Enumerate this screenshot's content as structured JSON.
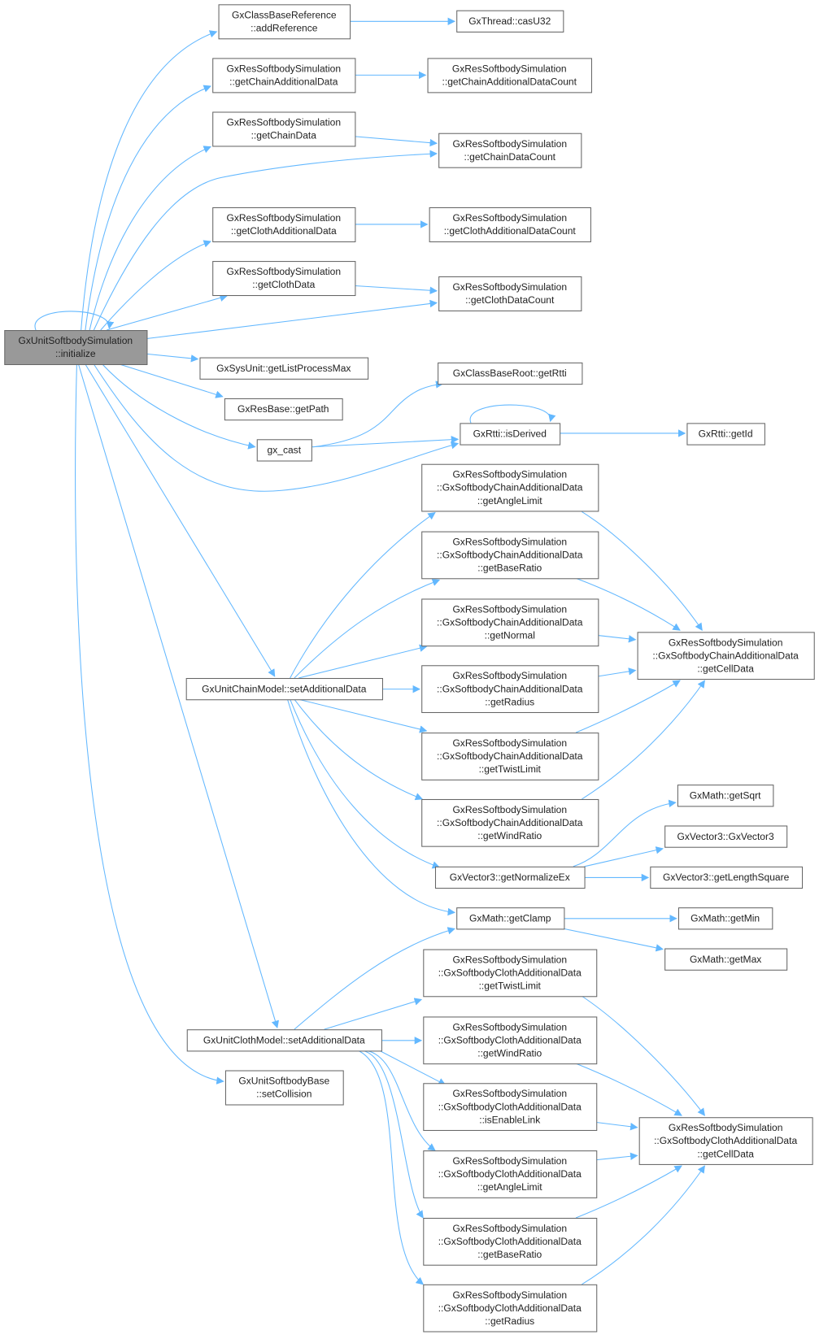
{
  "title": "GxUnitSoftbodySimulation::initialize call graph",
  "colors": {
    "edge": "#63b8ff",
    "root_fill": "#999999",
    "node_fill": "#ffffff",
    "node_border": "#666666"
  },
  "nodes": [
    {
      "id": "root",
      "lines": [
        "GxUnitSoftbodySimulation",
        "::initialize"
      ]
    },
    {
      "id": "addRef",
      "lines": [
        "GxClassBaseReference",
        "::addReference"
      ]
    },
    {
      "id": "casU32",
      "lines": [
        "GxThread::casU32"
      ]
    },
    {
      "id": "getChainAdd",
      "lines": [
        "GxResSoftbodySimulation",
        "::getChainAdditionalData"
      ]
    },
    {
      "id": "getChainAddCount",
      "lines": [
        "GxResSoftbodySimulation",
        "::getChainAdditionalDataCount"
      ]
    },
    {
      "id": "getChainData",
      "lines": [
        "GxResSoftbodySimulation",
        "::getChainData"
      ]
    },
    {
      "id": "getChainDataCount",
      "lines": [
        "GxResSoftbodySimulation",
        "::getChainDataCount"
      ]
    },
    {
      "id": "getClothAdd",
      "lines": [
        "GxResSoftbodySimulation",
        "::getClothAdditionalData"
      ]
    },
    {
      "id": "getClothAddCount",
      "lines": [
        "GxResSoftbodySimulation",
        "::getClothAdditionalDataCount"
      ]
    },
    {
      "id": "getClothData",
      "lines": [
        "GxResSoftbodySimulation",
        "::getClothData"
      ]
    },
    {
      "id": "getClothDataCount",
      "lines": [
        "GxResSoftbodySimulation",
        "::getClothDataCount"
      ]
    },
    {
      "id": "listProc",
      "lines": [
        "GxSysUnit::getListProcessMax"
      ]
    },
    {
      "id": "getPath",
      "lines": [
        "GxResBase::getPath"
      ]
    },
    {
      "id": "gxcast",
      "lines": [
        "gx_cast"
      ]
    },
    {
      "id": "getRtti",
      "lines": [
        "GxClassBaseRoot::getRtti"
      ]
    },
    {
      "id": "isDerived",
      "lines": [
        "GxRtti::isDerived"
      ]
    },
    {
      "id": "getId",
      "lines": [
        "GxRtti::getId"
      ]
    },
    {
      "id": "chainSet",
      "lines": [
        "GxUnitChainModel::setAdditionalData"
      ]
    },
    {
      "id": "cAngle",
      "lines": [
        "GxResSoftbodySimulation",
        "::GxSoftbodyChainAdditionalData",
        "::getAngleLimit"
      ]
    },
    {
      "id": "cBase",
      "lines": [
        "GxResSoftbodySimulation",
        "::GxSoftbodyChainAdditionalData",
        "::getBaseRatio"
      ]
    },
    {
      "id": "cNormal",
      "lines": [
        "GxResSoftbodySimulation",
        "::GxSoftbodyChainAdditionalData",
        "::getNormal"
      ]
    },
    {
      "id": "cRadius",
      "lines": [
        "GxResSoftbodySimulation",
        "::GxSoftbodyChainAdditionalData",
        "::getRadius"
      ]
    },
    {
      "id": "cTwist",
      "lines": [
        "GxResSoftbodySimulation",
        "::GxSoftbodyChainAdditionalData",
        "::getTwistLimit"
      ]
    },
    {
      "id": "cWind",
      "lines": [
        "GxResSoftbodySimulation",
        "::GxSoftbodyChainAdditionalData",
        "::getWindRatio"
      ]
    },
    {
      "id": "cCell",
      "lines": [
        "GxResSoftbodySimulation",
        "::GxSoftbodyChainAdditionalData",
        "::getCellData"
      ]
    },
    {
      "id": "sqrt",
      "lines": [
        "GxMath::getSqrt"
      ]
    },
    {
      "id": "vec3",
      "lines": [
        "GxVector3::GxVector3"
      ]
    },
    {
      "id": "normEx",
      "lines": [
        "GxVector3::getNormalizeEx"
      ]
    },
    {
      "id": "lenSq",
      "lines": [
        "GxVector3::getLengthSquare"
      ]
    },
    {
      "id": "clamp",
      "lines": [
        "GxMath::getClamp"
      ]
    },
    {
      "id": "min",
      "lines": [
        "GxMath::getMin"
      ]
    },
    {
      "id": "max",
      "lines": [
        "GxMath::getMax"
      ]
    },
    {
      "id": "clothSet",
      "lines": [
        "GxUnitClothModel::setAdditionalData"
      ]
    },
    {
      "id": "setColl",
      "lines": [
        "GxUnitSoftbodyBase",
        "::setCollision"
      ]
    },
    {
      "id": "kTwist",
      "lines": [
        "GxResSoftbodySimulation",
        "::GxSoftbodyClothAdditionalData",
        "::getTwistLimit"
      ]
    },
    {
      "id": "kWind",
      "lines": [
        "GxResSoftbodySimulation",
        "::GxSoftbodyClothAdditionalData",
        "::getWindRatio"
      ]
    },
    {
      "id": "kLink",
      "lines": [
        "GxResSoftbodySimulation",
        "::GxSoftbodyClothAdditionalData",
        "::isEnableLink"
      ]
    },
    {
      "id": "kAngle",
      "lines": [
        "GxResSoftbodySimulation",
        "::GxSoftbodyClothAdditionalData",
        "::getAngleLimit"
      ]
    },
    {
      "id": "kBase",
      "lines": [
        "GxResSoftbodySimulation",
        "::GxSoftbodyClothAdditionalData",
        "::getBaseRatio"
      ]
    },
    {
      "id": "kRadius",
      "lines": [
        "GxResSoftbodySimulation",
        "::GxSoftbodyClothAdditionalData",
        "::getRadius"
      ]
    },
    {
      "id": "kCell",
      "lines": [
        "GxResSoftbodySimulation",
        "::GxSoftbodyClothAdditionalData",
        "::getCellData"
      ]
    }
  ]
}
